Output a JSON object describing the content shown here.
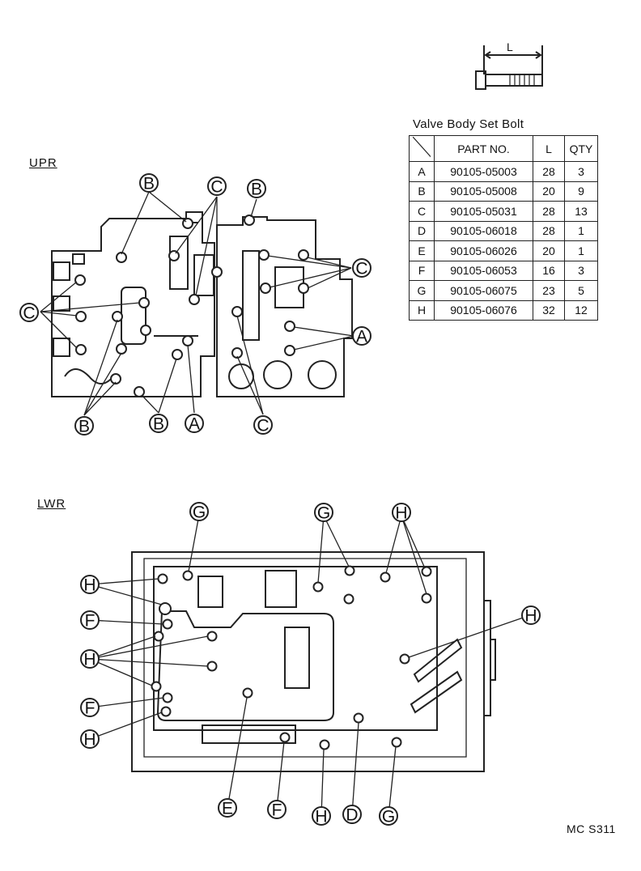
{
  "dimension_label": "L",
  "sections": {
    "upper": "UPR",
    "lower": "LWR"
  },
  "table": {
    "title": "Valve Body Set Bolt",
    "headers": [
      "",
      "PART NO.",
      "L",
      "QTY"
    ],
    "rows": [
      [
        "A",
        "90105-05003",
        "28",
        "3"
      ],
      [
        "B",
        "90105-05008",
        "20",
        "9"
      ],
      [
        "C",
        "90105-05031",
        "28",
        "13"
      ],
      [
        "D",
        "90105-06018",
        "28",
        "1"
      ],
      [
        "E",
        "90105-06026",
        "20",
        "1"
      ],
      [
        "F",
        "90105-06053",
        "16",
        "3"
      ],
      [
        "G",
        "90105-06075",
        "23",
        "5"
      ],
      [
        "H",
        "90105-06076",
        "32",
        "12"
      ]
    ]
  },
  "callouts": {
    "upr": [
      "B",
      "C",
      "B",
      "C",
      "C",
      "A",
      "B",
      "B",
      "A",
      "C"
    ],
    "lwr": [
      "G",
      "G",
      "H",
      "H",
      "F",
      "H",
      "H",
      "F",
      "H",
      "E",
      "F",
      "H",
      "D",
      "G"
    ]
  },
  "figure_code": "MC S311"
}
